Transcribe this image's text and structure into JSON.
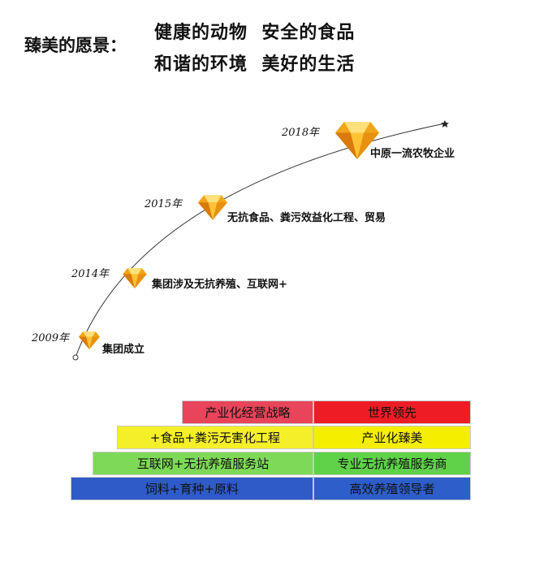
{
  "vision": {
    "label": "臻美的愿景：",
    "line1": "健康的动物  安全的食品",
    "line2": "和谐的环境  美好的生活"
  },
  "timeline": [
    {
      "year": "2009年",
      "description": "集团成立"
    },
    {
      "year": "2014年",
      "description": "集团涉及无抗养殖、互联网+"
    },
    {
      "year": "2015年",
      "description": "无抗食品、粪污效益化工程、贸易"
    },
    {
      "year": "2018年",
      "description": "中原一流农牧企业"
    }
  ],
  "pyramid": [
    {
      "left": "产业化经营战略",
      "right": "世界领先",
      "color": "#e8445a",
      "right_color": "#ee1c25"
    },
    {
      "left": "+食品+粪污无害化工程",
      "right": "产业化臻美",
      "color": "#f5ef2a",
      "right_color": "#f5ee00"
    },
    {
      "left": "互联网+无抗养殖服务站",
      "right": "专业无抗养殖服务商",
      "color": "#7ed957",
      "right_color": "#5fd24a"
    },
    {
      "left": "饲料+育种+原料",
      "right": "高效养殖领导者",
      "color": "#2e5bc7",
      "right_color": "#2d5ec9"
    }
  ]
}
